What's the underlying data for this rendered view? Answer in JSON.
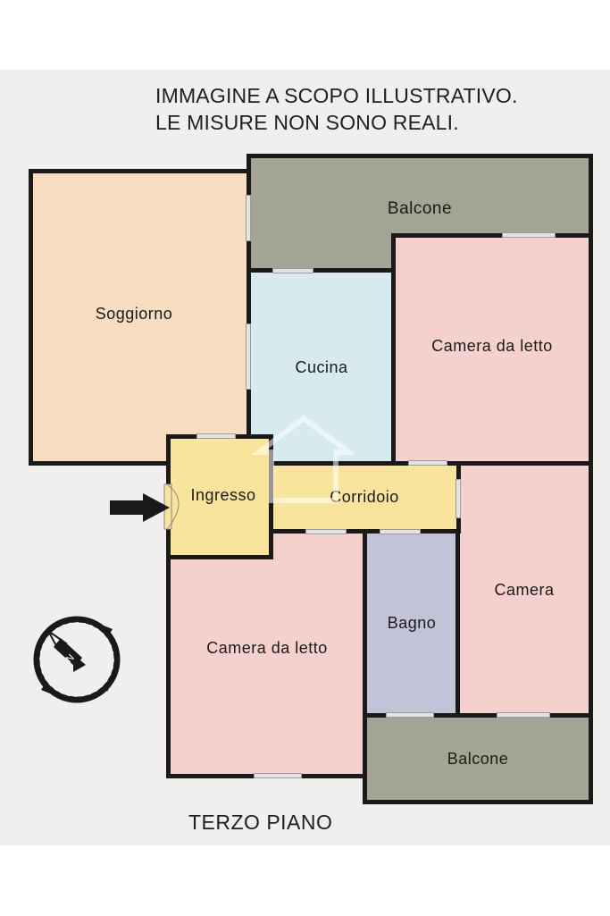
{
  "header_note": {
    "line1": "IMMAGINE A SCOPO ILLUSTRATIVO.",
    "line2": "LE MISURE NON SONO REALI."
  },
  "floor_label": "TERZO PIANO",
  "rooms": {
    "soggiorno": "Soggiorno",
    "balcone_top": "Balcone",
    "cucina": "Cucina",
    "camera_da_letto_top": "Camera da letto",
    "ingresso": "Ingresso",
    "corridoio": "Corridoio",
    "camera": "Camera",
    "bagno": "Bagno",
    "camera_da_letto_bottom": "Camera da letto",
    "balcone_bottom": "Balcone"
  },
  "colors": {
    "soggiorno": "#f8dcc0",
    "balcone": "#a3a594",
    "cucina": "#d6eaf0",
    "camera": "#f5d1cd",
    "ingresso": "#f8e49a",
    "corridoio": "#f8e49a",
    "bagno": "#c3c3d8",
    "wall": "#1a1a1a"
  },
  "icons": {
    "entrance": "entrance-arrow-icon",
    "compass": "compass-icon"
  }
}
